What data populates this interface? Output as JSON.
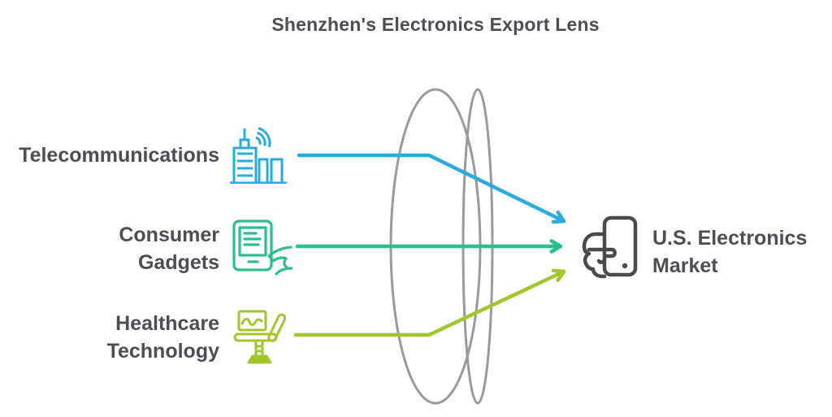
{
  "title": "Shenzhen's Electronics Export Lens",
  "palette": {
    "title_text": "#4d4d55",
    "label_text": "#4d4d55",
    "lens_outline": "#9a9a9c",
    "telecom": "#29abe2",
    "consumer": "#2fbe8b",
    "healthcare": "#a2c62d",
    "market": "#4a4a4e"
  },
  "sources": [
    {
      "label": "Telecommunications",
      "icon": "telecom-building-icon",
      "color": "#29abe2"
    },
    {
      "label": "Consumer Gadgets",
      "icon": "tablet-in-hand-icon",
      "color": "#2fbe8b"
    },
    {
      "label": "Healthcare Technology",
      "icon": "medical-monitor-chair-icon",
      "color": "#a2c62d"
    }
  ],
  "target": {
    "label": "U.S. Electronics Market",
    "icon": "hand-holding-phone-icon",
    "color": "#4a4a4e"
  },
  "lens": {
    "shape": "biconvex-lens",
    "outline_color": "#9a9a9c"
  },
  "flows": [
    {
      "from": "Telecommunications",
      "to": "U.S. Electronics Market"
    },
    {
      "from": "Consumer Gadgets",
      "to": "U.S. Electronics Market"
    },
    {
      "from": "Healthcare Technology",
      "to": "U.S. Electronics Market"
    }
  ]
}
